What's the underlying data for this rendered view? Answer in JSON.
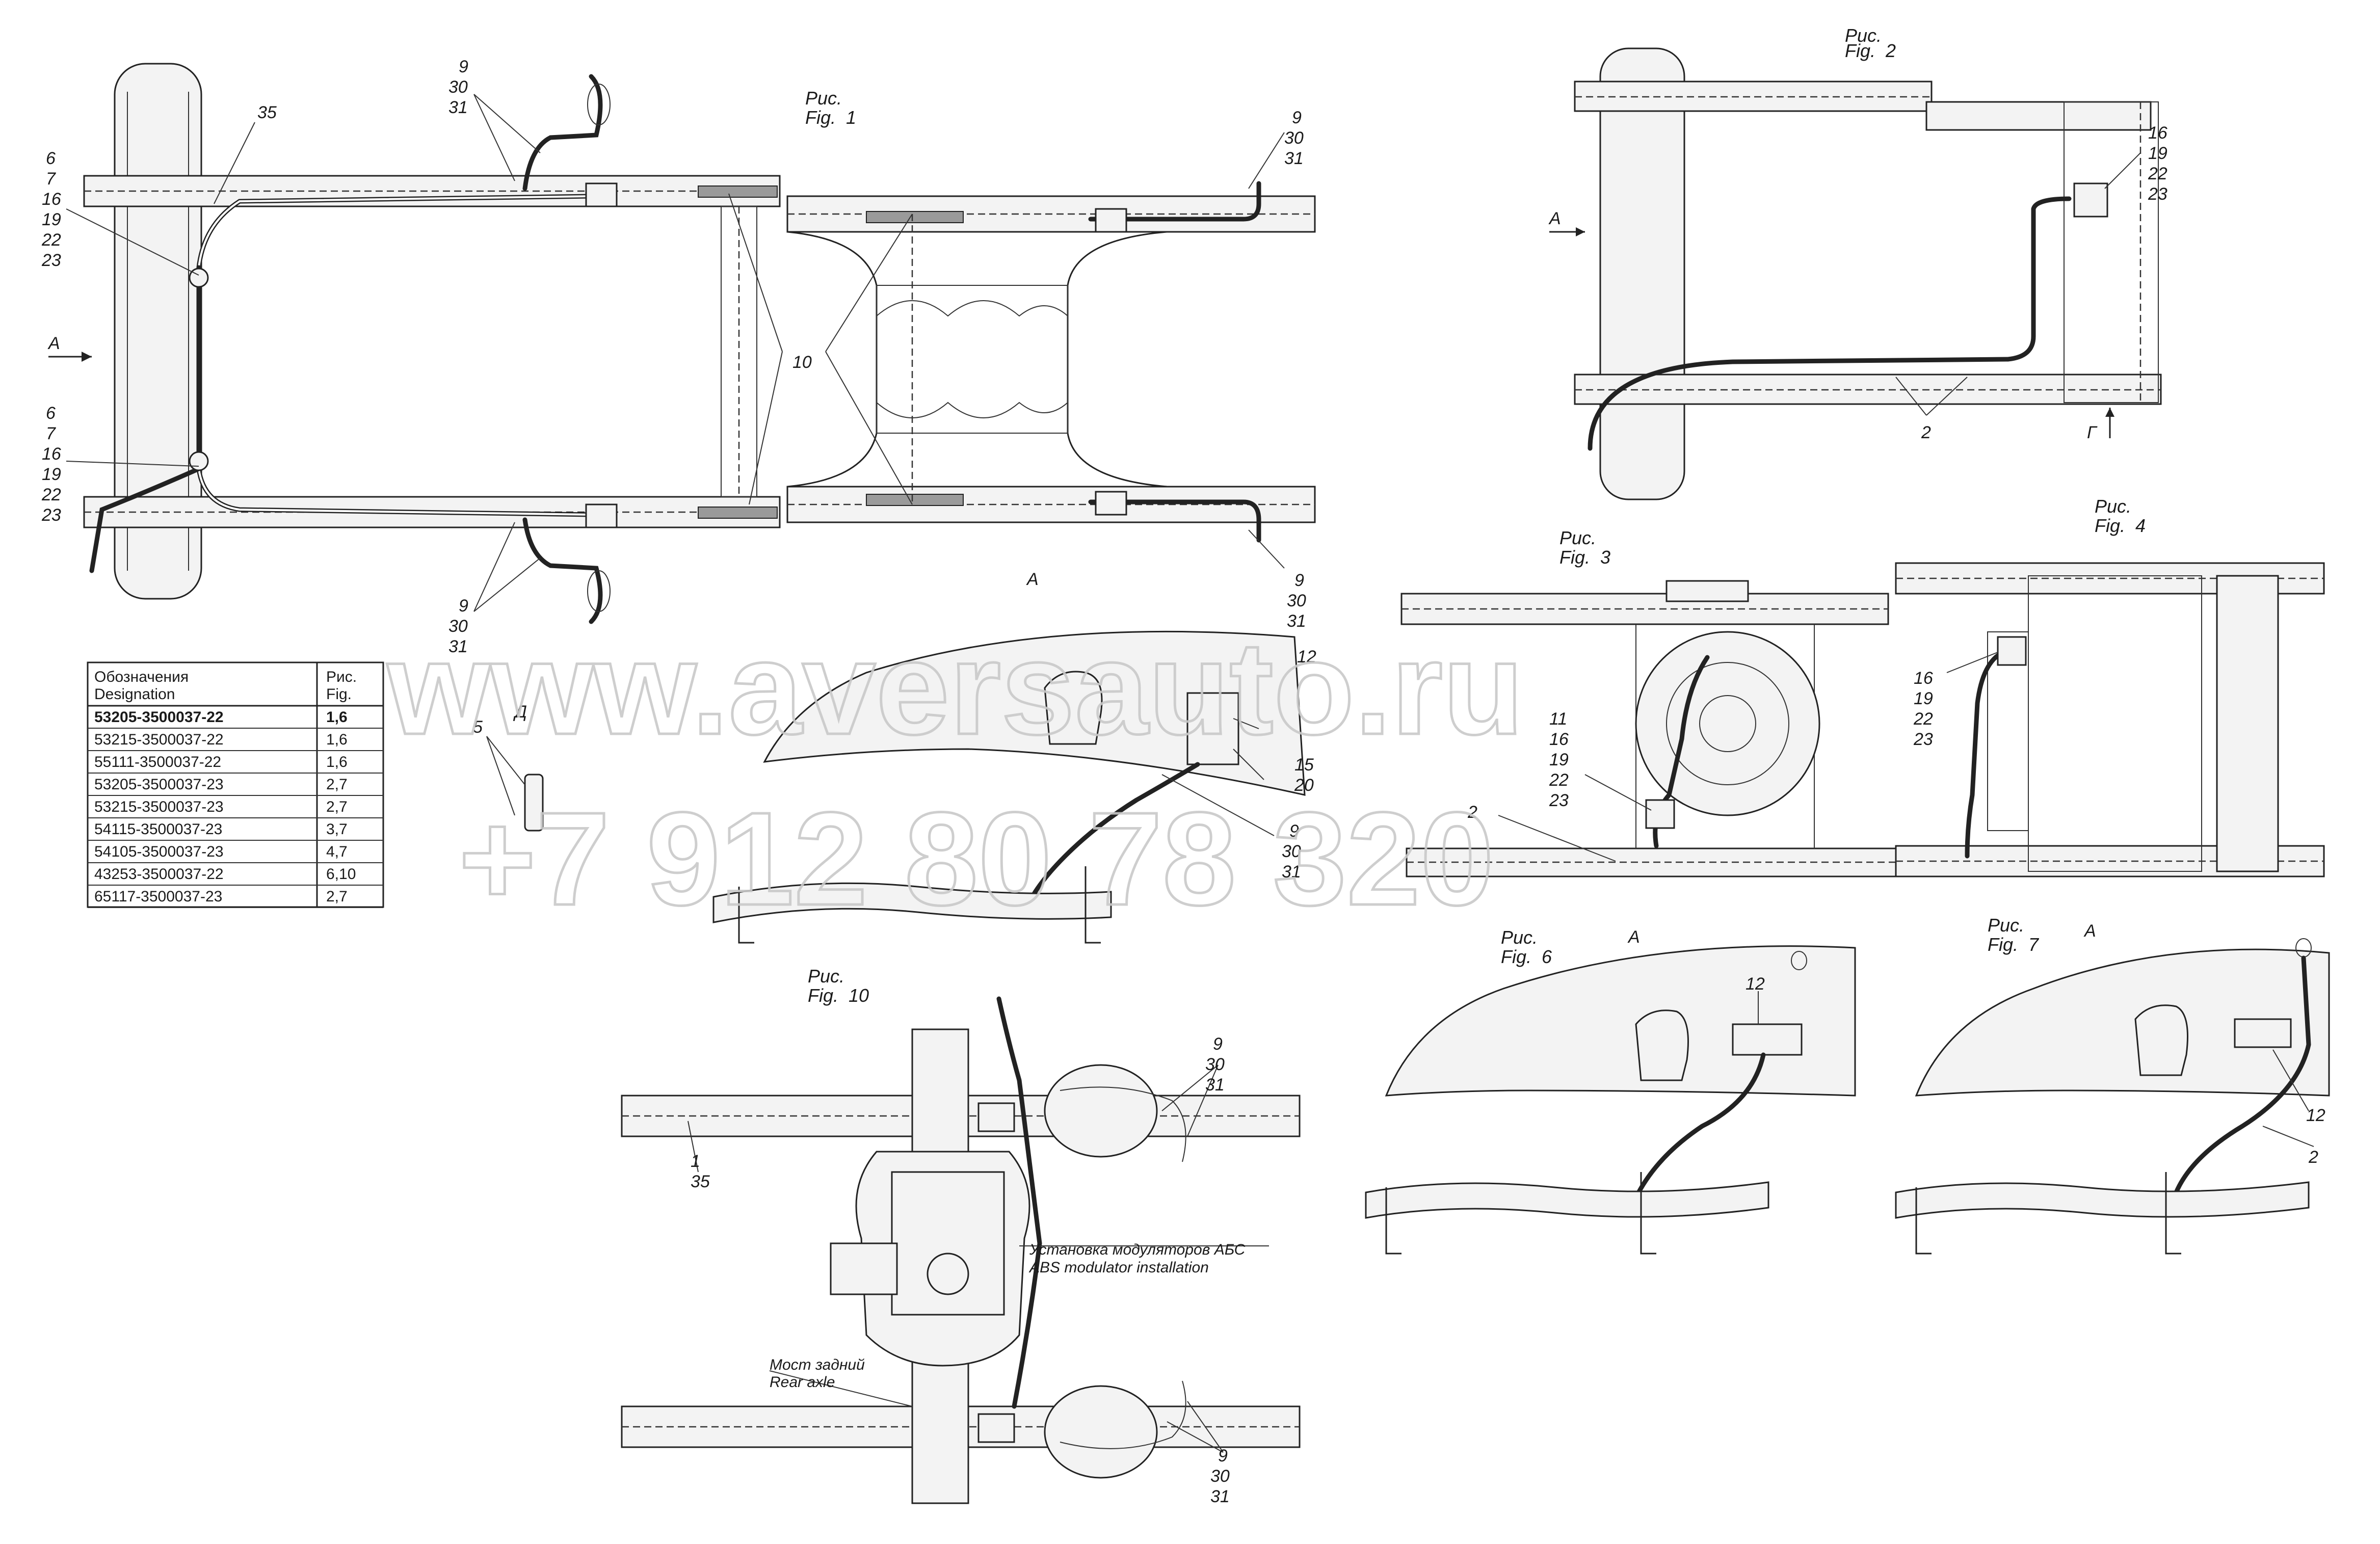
{
  "watermark": {
    "site": "www.aversauto.ru",
    "phone": "+7 912 80 78 320"
  },
  "figures": {
    "fig1": {
      "ru": "Рис.",
      "en": "Fig.",
      "num": "1"
    },
    "fig2": {
      "ru": "Рис.",
      "en": "Fig.",
      "num": "2"
    },
    "fig3": {
      "ru": "Рис.",
      "en": "Fig.",
      "num": "3"
    },
    "fig4": {
      "ru": "Рис.",
      "en": "Fig.",
      "num": "4"
    },
    "fig6": {
      "ru": "Рис.",
      "en": "Fig.",
      "num": "6"
    },
    "fig7": {
      "ru": "Рис.",
      "en": "Fig.",
      "num": "7"
    },
    "fig10": {
      "ru": "Рис.",
      "en": "Fig.",
      "num": "10"
    }
  },
  "views": {
    "a": "А",
    "d": "Д",
    "g": "Г"
  },
  "callouts": {
    "fig1_left_top": [
      "6",
      "7",
      "16",
      "19",
      "22",
      "23"
    ],
    "fig1_left_bottom": [
      "6",
      "7",
      "16",
      "19",
      "22",
      "23"
    ],
    "fig1_35": "35",
    "fig1_top_mid": [
      "9",
      "30",
      "31"
    ],
    "fig1_top_right": [
      "9",
      "30",
      "31"
    ],
    "fig1_bottom_mid": [
      "9",
      "30",
      "31"
    ],
    "fig1_bottom_right": [
      "9",
      "30",
      "31"
    ],
    "fig1_10": "10",
    "fig2_right": [
      "16",
      "19",
      "22",
      "23"
    ],
    "fig2_2": "2",
    "fig3_left": [
      "11",
      "16",
      "19",
      "22",
      "23"
    ],
    "fig3_2": "2",
    "fig4_right": [
      "16",
      "19",
      "22",
      "23"
    ],
    "viewA_12": "12",
    "viewA_15_20": [
      "15",
      "20"
    ],
    "viewA_9_30_31": [
      "9",
      "30",
      "31"
    ],
    "viewD_5": "5",
    "fig6_12": "12",
    "fig7_12": "12",
    "fig7_2": "2",
    "fig10_top": [
      "9",
      "30",
      "31"
    ],
    "fig10_bottom": [
      "9",
      "30",
      "31"
    ],
    "fig10_left": [
      "1",
      "35"
    ]
  },
  "notes": {
    "abs_ru": "Установка модуляторов АБС",
    "abs_en": "ABS modulator installation",
    "axle_ru": "Мост задний",
    "axle_en": "Rear axle"
  },
  "table": {
    "header": {
      "designation_ru": "Обозначения",
      "designation_en": "Designation",
      "fig_ru": "Рис.",
      "fig_en": "Fig."
    },
    "rows": [
      {
        "designation": "53205-3500037-22",
        "fig": "1,6"
      },
      {
        "designation": "53215-3500037-22",
        "fig": "1,6"
      },
      {
        "designation": "55111-3500037-22",
        "fig": "1,6"
      },
      {
        "designation": "53205-3500037-23",
        "fig": "2,7"
      },
      {
        "designation": "53215-3500037-23",
        "fig": "2,7"
      },
      {
        "designation": "54115-3500037-23",
        "fig": "3,7"
      },
      {
        "designation": "54105-3500037-23",
        "fig": "4,7"
      },
      {
        "designation": "43253-3500037-22",
        "fig": "6,10"
      },
      {
        "designation": "65117-3500037-23",
        "fig": "2,7"
      }
    ]
  }
}
